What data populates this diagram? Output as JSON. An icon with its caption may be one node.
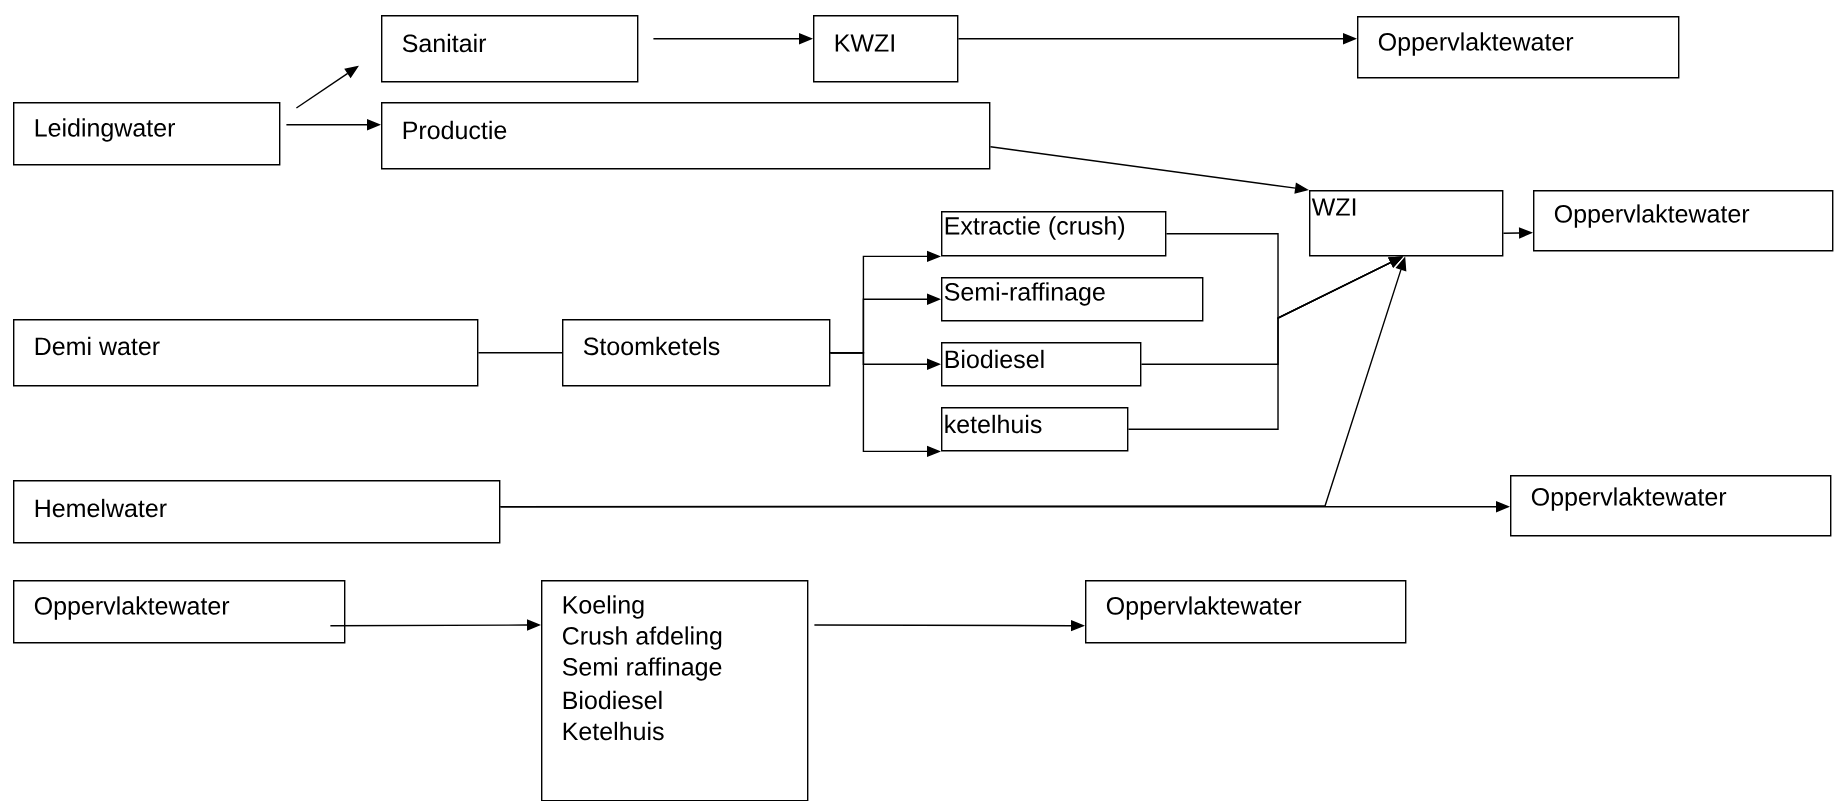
{
  "diagram": {
    "nodes": [
      {
        "text": [
          "Sanitair"
        ]
      },
      {
        "text": [
          "KWZI"
        ]
      },
      {
        "text": [
          "Oppervlaktewater"
        ]
      },
      {
        "text": [
          "Leidingwater"
        ]
      },
      {
        "text": [
          "Productie"
        ]
      },
      {
        "text": [
          "WZI"
        ]
      },
      {
        "text": [
          "Oppervlaktewater"
        ]
      },
      {
        "text": [
          "Extractie (crush)"
        ]
      },
      {
        "text": [
          "Semi-raffinage"
        ]
      },
      {
        "text": [
          "Demi water"
        ]
      },
      {
        "text": [
          "Stoomketels"
        ]
      },
      {
        "text": [
          "Biodiesel"
        ]
      },
      {
        "text": [
          "ketelhuis"
        ]
      },
      {
        "text": [
          "Hemelwater"
        ]
      },
      {
        "text": [
          "Oppervlaktewater"
        ]
      },
      {
        "text": [
          "Oppervlaktewater"
        ]
      },
      {
        "text": [
          "Koeling",
          "Crush afdeling",
          "Semi raffinage",
          "Biodiesel",
          "Ketelhuis"
        ]
      },
      {
        "text": [
          "Oppervlaktewater"
        ]
      }
    ],
    "edges": [
      {
        "from": 3,
        "to": 0,
        "arrow": "to"
      },
      {
        "from": 3,
        "to": 4,
        "arrow": "to"
      },
      {
        "from": 0,
        "to": 1,
        "arrow": "to"
      },
      {
        "from": 1,
        "to": 2,
        "arrow": "to"
      },
      {
        "from": 4,
        "to": 5,
        "arrow": "to"
      },
      {
        "from": 5,
        "to": 6,
        "arrow": "to"
      },
      {
        "from": 9,
        "to": 10,
        "arrow": "none"
      },
      {
        "from": 10,
        "to": 7,
        "arrow": "to"
      },
      {
        "from": 10,
        "to": 8,
        "arrow": "to"
      },
      {
        "from": 10,
        "to": 11,
        "arrow": "to"
      },
      {
        "from": 10,
        "to": 12,
        "arrow": "to"
      },
      {
        "from": 7,
        "to": 5,
        "arrow": "to"
      },
      {
        "from": 11,
        "to": 5,
        "arrow": "to"
      },
      {
        "from": 12,
        "to": 5,
        "arrow": "to"
      },
      {
        "from": 13,
        "to": 14,
        "arrow": "to"
      },
      {
        "from": 13,
        "to": 5,
        "arrow": "to"
      },
      {
        "from": 15,
        "to": 16,
        "arrow": "to"
      },
      {
        "from": 16,
        "to": 17,
        "arrow": "to"
      }
    ]
  }
}
